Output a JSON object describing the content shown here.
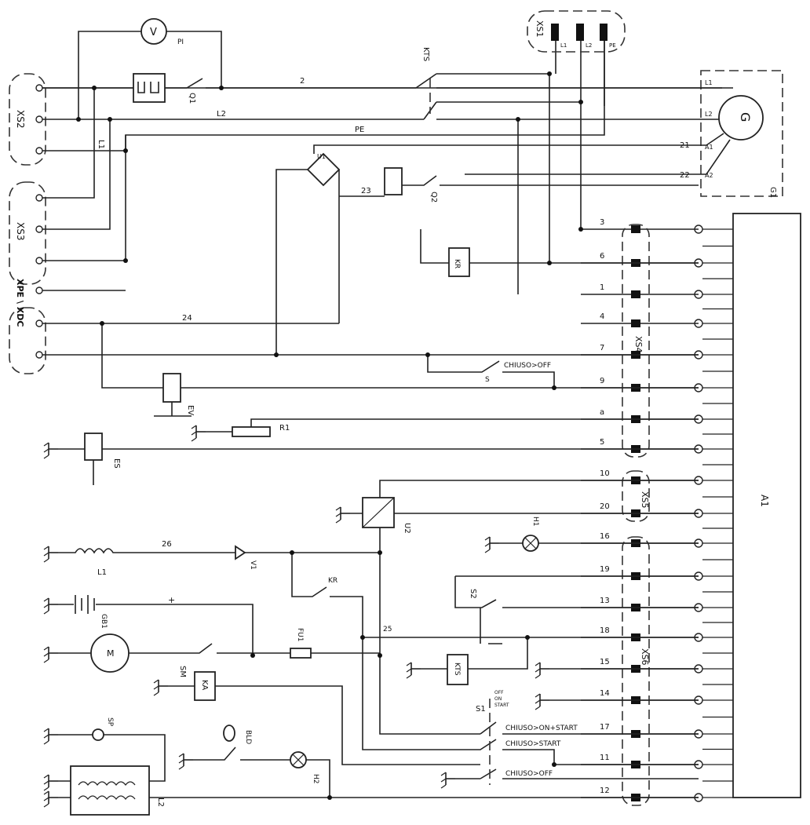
{
  "labels": {
    "pv": "V",
    "pv_tag": "PI",
    "xs1": "XS1",
    "xs1_pins": [
      "L1",
      "L2",
      "PE"
    ],
    "xs2": "XS2",
    "xs3": "XS3",
    "xpe": "XPE \\ XDC",
    "kts_top": "KTS",
    "q1": "Q1",
    "q2": "Q2",
    "u1": "U1",
    "g_symbol": "G",
    "g1": "G1",
    "l1_top": "L1",
    "l2_top": "L2",
    "pe": "PE",
    "wire_2": "2",
    "wire_21": "21",
    "wire_22": "22",
    "wire_23": "23",
    "wire_24": "24",
    "gen_terms": [
      "L1",
      "L2",
      "A1",
      "A2"
    ],
    "kr_top": "KR",
    "xs4": "XS4",
    "xs5": "XS5",
    "xs6": "XS6",
    "a1": "A1",
    "s_chiuso_off": "CHIUSO>OFF",
    "s_tag": "S",
    "ev": "EV",
    "r1": "R1",
    "es": "ES",
    "u2": "U2",
    "h1": "H1",
    "l1_coil": "L1",
    "wire_26": "26",
    "v1": "V1",
    "kr_mid": "KR",
    "plus": "+",
    "gb1": "GB1",
    "s2": "S2",
    "fu1": "FU1",
    "m": "M",
    "sm": "SM",
    "wire_25": "25",
    "kts_bottom": "KTS",
    "ka": "KA",
    "s1": "S1",
    "s1_pos": [
      "OFF",
      "ON",
      "START"
    ],
    "chiuso_on_start": "CHIUSO>ON+START",
    "chiuso_start": "CHIUSO>START",
    "chiuso_off2": "CHIUSO>OFF",
    "sp": "SP",
    "bld": "BLD",
    "h2": "H2",
    "l2_bottom": "L2",
    "row_numbers": [
      "3",
      "6",
      "1",
      "4",
      "7",
      "9",
      "a",
      "5",
      "10",
      "20",
      "16",
      "19",
      "13",
      "18",
      "15",
      "14",
      "17",
      "11",
      "12"
    ]
  }
}
